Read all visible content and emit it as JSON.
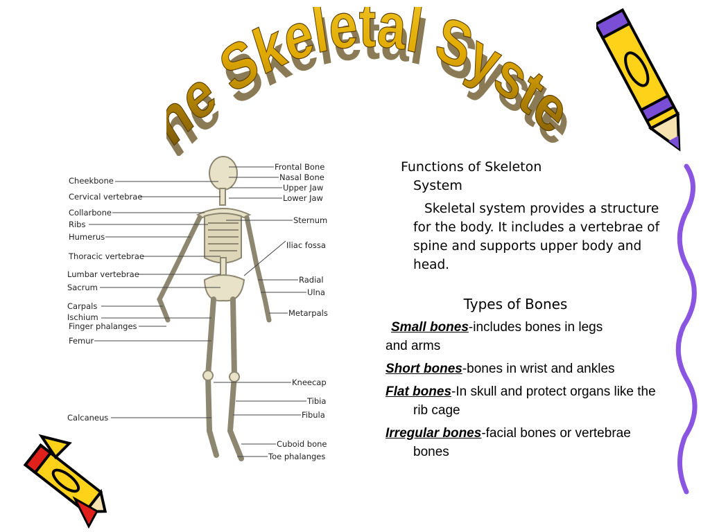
{
  "title": "The Skeletal System",
  "functions": {
    "heading_line1": "Functions of Skeleton",
    "heading_line2": "System",
    "body_first": "Skeletal system provides a",
    "body_rest": "structure for the body. It includes a vertebrae of spine and supports upper body and head."
  },
  "types": {
    "heading": "Types of Bones",
    "items": [
      {
        "term": "Small bones",
        "desc": "-includes bones in legs",
        "desc2": "and arms"
      },
      {
        "term": "Short bones",
        "desc": "-bones in wrist and ankles"
      },
      {
        "term": "Flat bones",
        "desc": "-In skull and protect organs like the rib cage"
      },
      {
        "term": "Irregular bones",
        "desc": "-facial bones or vertebrae bones"
      }
    ]
  },
  "figure": {
    "left_labels": [
      "Cheekbone",
      "Cervical vertebrae",
      "Collarbone",
      "Ribs",
      "Humerus",
      "Thoracic vertebrae",
      "Lumbar vertebrae",
      "Sacrum",
      "Carpals",
      "Ischium",
      "Finger phalanges",
      "Femur",
      "Calcaneus"
    ],
    "right_labels": [
      "Frontal Bone",
      "Nasal Bone",
      "Upper Jaw",
      "Lower Jaw",
      "Sternum",
      "Iliac fossa",
      "Radial",
      "Ulna",
      "Metarpals",
      "Kneecap",
      "Tibia",
      "Fibula",
      "Cuboid bone",
      "Toe phalanges"
    ]
  },
  "colors": {
    "title_fill_top": "#f2c400",
    "title_fill_bottom": "#7a5a10",
    "title_shadow": "#8a7a55",
    "crayon_yellow": "#ffd21a",
    "crayon_red": "#e0201a",
    "crayon_purple": "#7a4fd6",
    "squiggle": "#8a55e0"
  }
}
